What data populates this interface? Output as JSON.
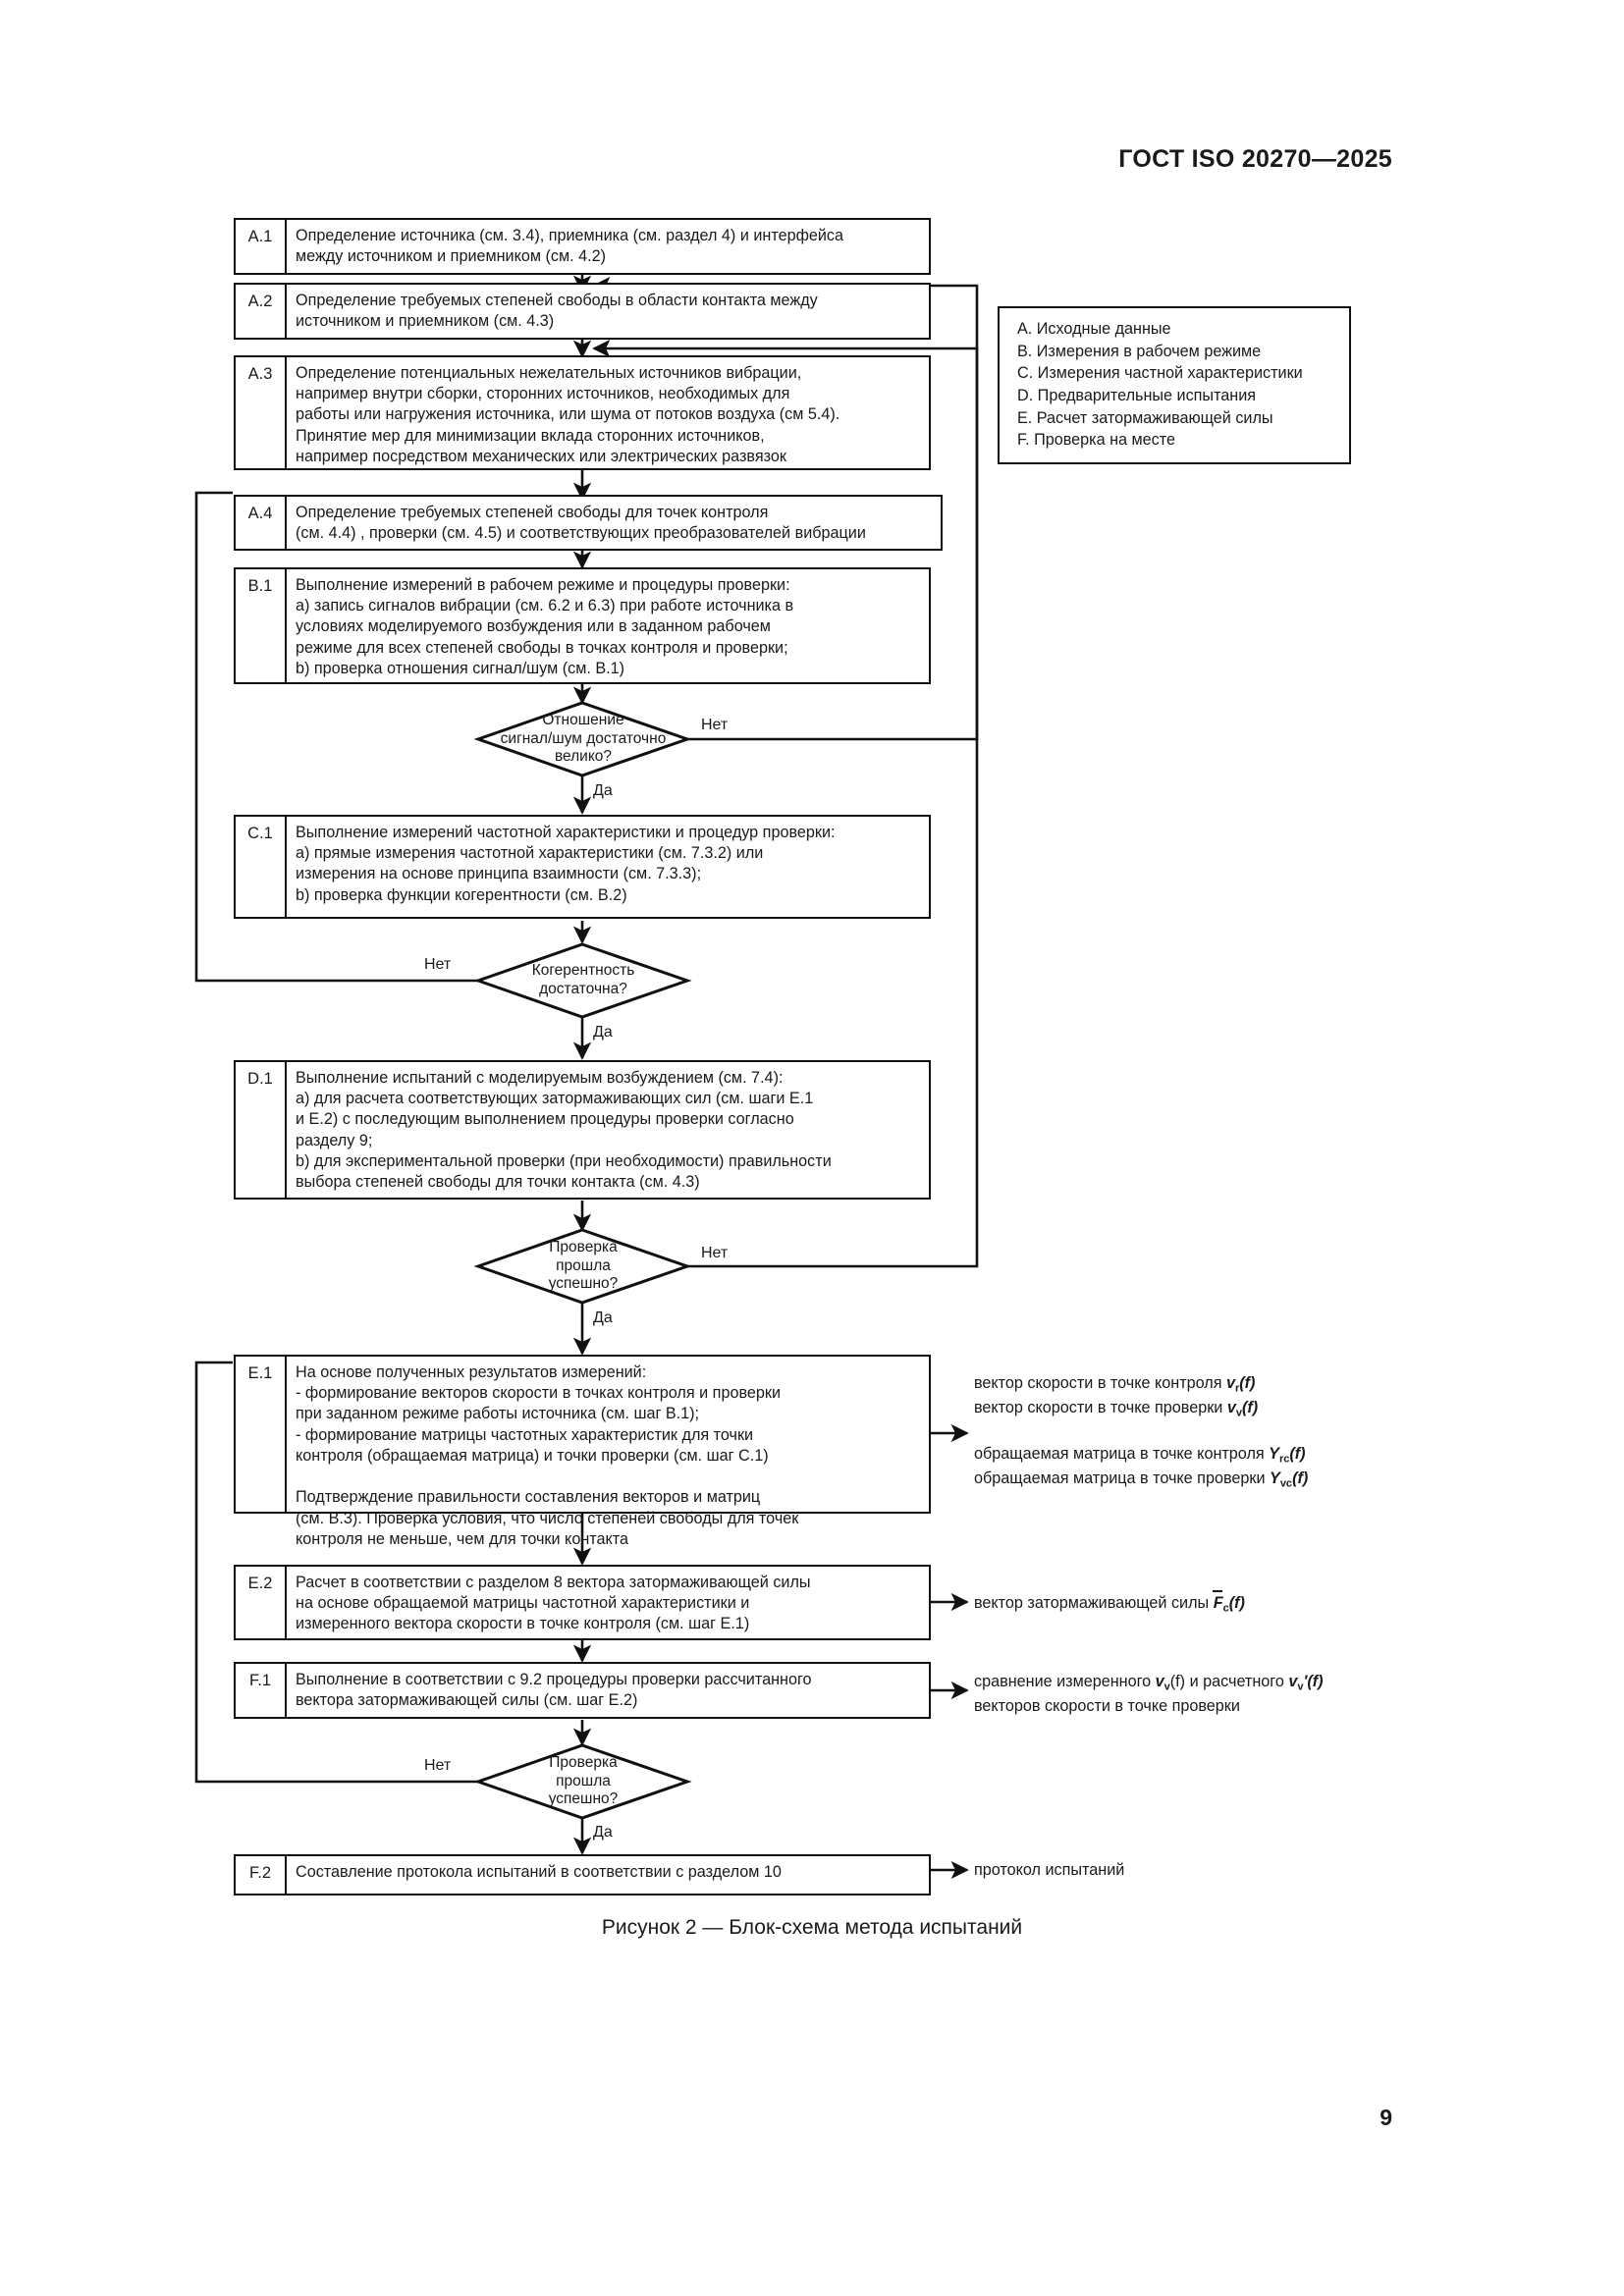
{
  "header": {
    "standard_title": "ГОСТ ISO 20270—2025",
    "page_number": "9"
  },
  "figure": {
    "caption": "Рисунок 2 — Блок-схема метода испытаний"
  },
  "legend": {
    "items": [
      "A. Исходные данные",
      "B. Измерения в рабочем режиме",
      "C. Измерения частной характеристики",
      "D. Предварительные испытания",
      "E. Расчет затормаживающей силы",
      "F. Проверка на месте"
    ]
  },
  "nodes": [
    {
      "tag": "A.1",
      "text": "Определение источника (см. 3.4), приемника (см. раздел 4) и интерфейса\nмежду источником и приемником (см. 4.2)"
    },
    {
      "tag": "A.2",
      "text": "Определение требуемых степеней свободы в области контакта между\nисточником и приемником (см. 4.3)"
    },
    {
      "tag": "A.3",
      "text": "Определение потенциальных нежелательных источников вибрации,\nнапример внутри сборки, сторонних источников, необходимых для\nработы или нагружения источника, или шума от потоков воздуха (см 5.4).\nПринятие мер для минимизации вклада сторонних источников,\nнапример посредством механических или электрических развязок"
    },
    {
      "tag": "A.4",
      "text": "Определение требуемых степеней свободы для точек контроля\n(см. 4.4) , проверки (см. 4.5) и соответствующих преобразователей вибрации"
    },
    {
      "tag": "B.1",
      "text": "Выполнение измерений в рабочем режиме и процедуры проверки:\na) запись сигналов вибрации (см. 6.2 и 6.3) при работе источника в\nусловиях моделируемого возбуждения или в заданном рабочем\nрежиме для всех степеней свободы в точках контроля и проверки;\nb) проверка отношения сигнал/шум (см. В.1)"
    },
    {
      "tag": "C.1",
      "text": "Выполнение измерений частотной характеристики и процедур проверки:\na) прямые измерения частотной характеристики (см. 7.3.2) или\nизмерения на основе принципа взаимности (см. 7.3.3);\nb) проверка функции когерентности (см. В.2)"
    },
    {
      "tag": "D.1",
      "text": "Выполнение испытаний с моделируемым возбуждением (см. 7.4):\na) для расчета соответствующих затормаживающих сил (см. шаги Е.1\nи Е.2) с последующим выполнением процедуры проверки согласно\nразделу 9;\nb) для экспериментальной проверки (при необходимости) правильности\nвыбора степеней свободы для точки контакта (см. 4.3)"
    },
    {
      "tag": "E.1",
      "text": "На основе полученных результатов измерений:\n- формирование векторов скорости в точках контроля и проверки\nпри заданном режиме работы источника (см. шаг В.1);\n- формирование матрицы частотных характеристик для точки\nконтроля (обращаемая матрица) и точки проверки (см. шаг С.1)\n\nПодтверждение правильности составления векторов и матриц\n(см. В.3). Проверка условия, что число степеней свободы для точек\nконтроля не меньше, чем для точки контакта"
    },
    {
      "tag": "E.2",
      "text": "Расчет в соответствии с разделом 8 вектора затормаживающей силы\nна основе обращаемой матрицы частотной характеристики и\nизмеренного вектора скорости в точке контроля (см. шаг Е.1)"
    },
    {
      "tag": "F.1",
      "text": "Выполнение в соответствии с 9.2 процедуры проверки рассчитанного\nвектора затормаживающей силы (см. шаг Е.2)"
    },
    {
      "tag": "F.2",
      "text": "Составление протокола испытаний в соответствии с разделом 10"
    }
  ],
  "decisions": [
    {
      "text": "Отношение\nсигнал/шум достаточно\nвелико?"
    },
    {
      "text": "Когерентность\nдостаточна?"
    },
    {
      "text": "Проверка\nпрошла\nуспешно?"
    },
    {
      "text": "Проверка\nпрошла\nуспешно?"
    }
  ],
  "branch_labels": {
    "yes": "Да",
    "no": "Нет"
  },
  "annotations": {
    "e1": {
      "line1_prefix": "вектор скорости в точке контроля ",
      "line1_symbol": "v",
      "line1_sub": "r",
      "line1_suffix": "(f)",
      "line2_prefix": "вектор скорости в точке проверки ",
      "line2_symbol": "v",
      "line2_sub": "v",
      "line2_suffix": "(f)",
      "line3_prefix": "обращаемая матрица в точке контроля ",
      "line3_symbol": "Y",
      "line3_sub": "rc",
      "line3_suffix": "(f)",
      "line4_prefix": "обращаемая матрица в точке проверки ",
      "line4_symbol": "Y",
      "line4_sub": "vc",
      "line4_suffix": "(f)"
    },
    "e2": {
      "prefix": "вектор затормаживающей силы ",
      "symbol": "F",
      "sub": "c",
      "suffix": "(f)"
    },
    "f1": {
      "line1_a": "сравнение измеренного ",
      "line1_sym1": "v",
      "line1_sub1": "v",
      "line1_b": "(f) и расчетного ",
      "line1_sym2": "v",
      "line1_sub2": "v",
      "line1_prime": "'",
      "line1_c": "(f)",
      "line2": "векторов скорости в точке проверки"
    },
    "f2": {
      "text": "протокол испытаний"
    }
  }
}
